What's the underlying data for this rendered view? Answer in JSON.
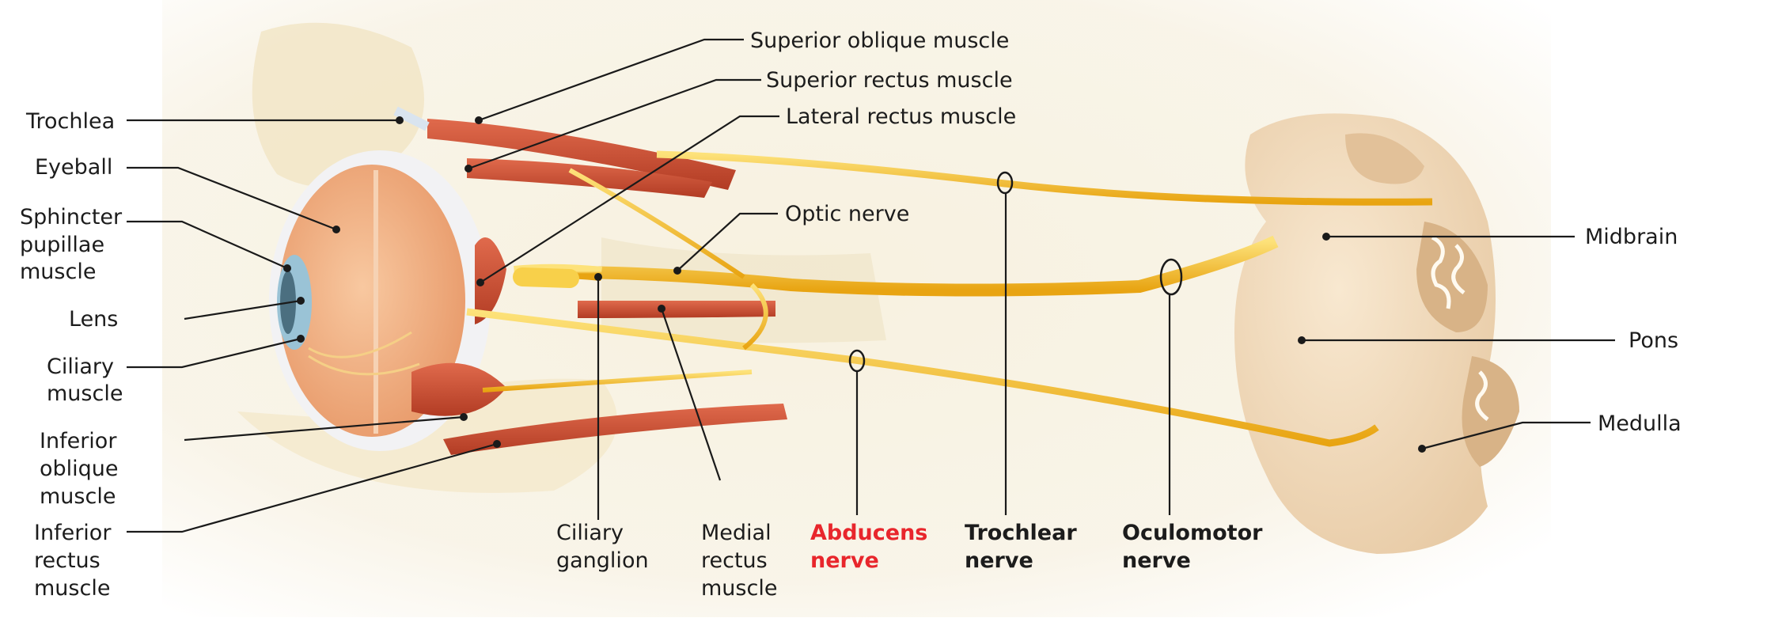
{
  "labels": {
    "superior_oblique": "Superior oblique muscle",
    "superior_rectus": "Superior rectus muscle",
    "lateral_rectus": "Lateral rectus muscle",
    "trochlea": "Trochlea",
    "eyeball": "Eyeball",
    "sphincter_pupillae": [
      "Sphincter",
      "pupillae",
      "muscle"
    ],
    "lens": "Lens",
    "ciliary_muscle": [
      "Ciliary",
      "muscle"
    ],
    "inferior_oblique": [
      "Inferior",
      "oblique",
      "muscle"
    ],
    "inferior_rectus": [
      "Inferior",
      "rectus",
      "muscle"
    ],
    "optic_nerve": "Optic nerve",
    "ciliary_ganglion": [
      "Ciliary",
      "ganglion"
    ],
    "medial_rectus": [
      "Medial",
      "rectus",
      "muscle"
    ],
    "abducens_nerve": [
      "Abducens",
      "nerve"
    ],
    "trochlear_nerve": [
      "Trochlear",
      "nerve"
    ],
    "oculomotor_nerve": [
      "Oculomotor",
      "nerve"
    ],
    "midbrain": "Midbrain",
    "pons": "Pons",
    "medulla": "Medulla"
  },
  "colors": {
    "nerve": "#f2b820",
    "nerve_highlight": "#fde27a",
    "muscle": "#d9553a",
    "muscle_dark": "#a8321f",
    "bone": "#f4ead0",
    "brainstem": "#f1dcbc",
    "eyeball": "#f5b98e",
    "highlight_label": "#e8262c",
    "leader": "#1a1a1a"
  }
}
